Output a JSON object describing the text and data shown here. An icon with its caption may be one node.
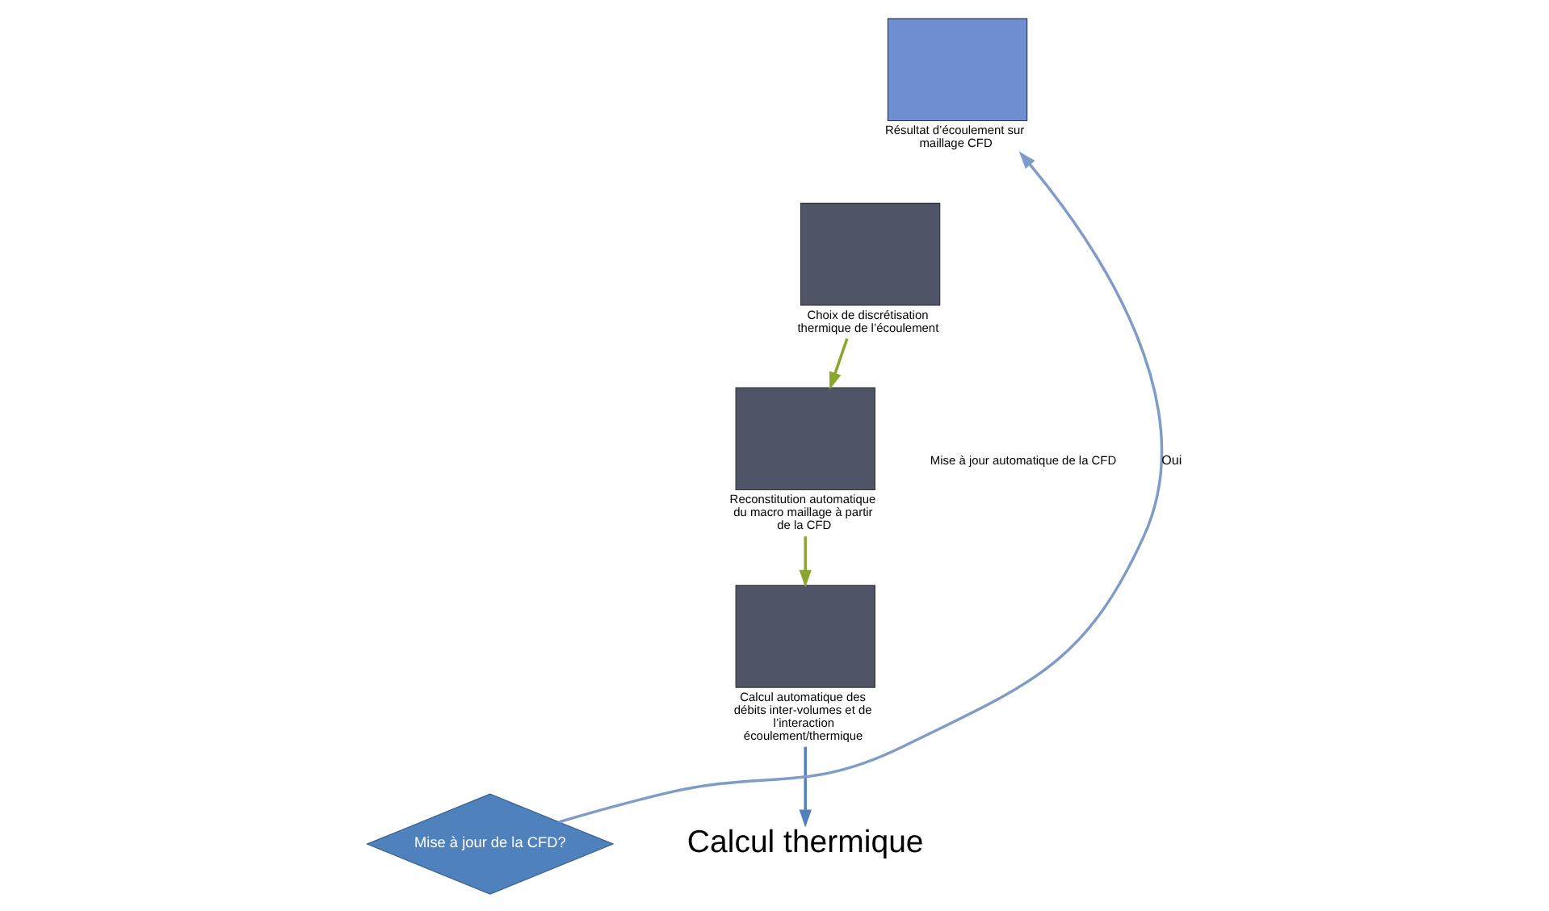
{
  "diagram": {
    "nodes": [
      {
        "text": [],
        "shape": "box",
        "beside": [
          "Résultat d’écoulement sur maillage CFD"
        ]
      },
      {
        "text": [],
        "shape": "box",
        "beside": [
          "Choix de discrétisation thermique de l’écoulement"
        ]
      },
      {
        "text": [],
        "shape": "box",
        "beside": [
          "Reconstitution automatique du macro maillage à partir de la CFD"
        ]
      },
      {
        "text": [],
        "shape": "box",
        "beside": [
          "Calcul automatique des débits inter-volumes et de l’interaction écoulement/thermique"
        ]
      },
      {
        "text": [
          "Mise à jour de la CFD?"
        ]
      },
      {
        "text": [
          "Calcul thermique"
        ]
      }
    ],
    "edges": [
      {
        "from": 1,
        "to": 2,
        "arrow": "to",
        "color": "#8aa62e"
      },
      {
        "from": 2,
        "to": 3,
        "arrow": "to",
        "color": "#8aa62e"
      },
      {
        "from": 3,
        "to": 5,
        "arrow": "to",
        "color": "#4f81bd"
      },
      {
        "from": 4,
        "to": 0,
        "arrow": "to",
        "label": "Oui",
        "color": "#7f9cc8"
      }
    ],
    "labels": [
      "Mise à jour automatique de la CFD"
    ]
  }
}
